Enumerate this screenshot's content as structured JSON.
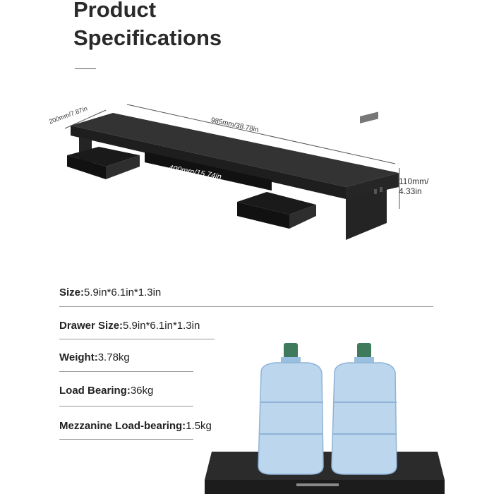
{
  "header": {
    "title_line1": "Product",
    "title_line2": "Specifications"
  },
  "dimensions": {
    "width": "985mm/38.78in",
    "depth": "200mm/7.87in",
    "height_line1": "110mm/",
    "height_line2": "4.33in",
    "inner": "400mm/15.74in"
  },
  "specs": [
    {
      "label": "Size:",
      "value": "5.9in*6.1in*1.3in"
    },
    {
      "label": "Drawer Size:",
      "value": "5.9in*6.1in*1.3in"
    },
    {
      "label": "Weight:",
      "value": "3.78kg"
    },
    {
      "label": "Load Bearing:",
      "value": "36kg"
    },
    {
      "label": "Mezzanine Load-bearing:",
      "value": "1.5kg"
    }
  ],
  "colors": {
    "product": "#2b2b2b",
    "bottle": "#bcd6ee",
    "cap": "#3f7a5c"
  }
}
